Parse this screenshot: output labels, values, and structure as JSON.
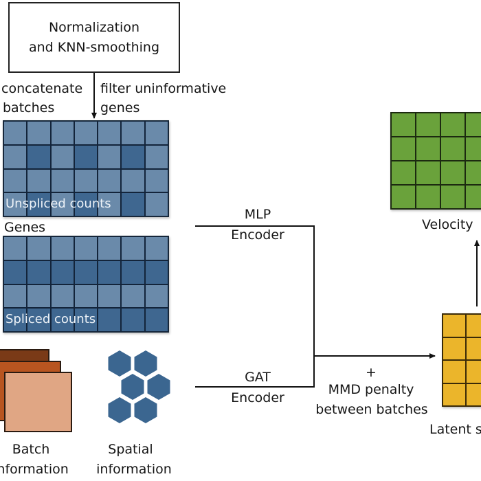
{
  "preprocess": {
    "box_line1": "Normalization",
    "box_line2": "and KNN-smoothing",
    "left_note_line1": "concatenate",
    "left_note_line2": "batches",
    "right_note_line1": "filter uninformative",
    "right_note_line2": "genes"
  },
  "inputs": {
    "unspliced_label": "Unspliced counts",
    "genes_label": "Genes",
    "spliced_label": "Spliced counts",
    "batch_line1": "Batch",
    "batch_line2": "information",
    "spatial_line1": "Spatial",
    "spatial_line2": "information"
  },
  "encoders": {
    "mlp_line1": "MLP",
    "mlp_line2": "Encoder",
    "gat_line1": "GAT",
    "gat_line2": "Encoder",
    "penalty_line1": "+",
    "penalty_line2": "MMD penalty",
    "penalty_line3": "between batches"
  },
  "outputs": {
    "velocity_label": "Velocity",
    "latent_label": "Latent s"
  },
  "colors": {
    "matrix_light": "#6a8aaa",
    "matrix_dark": "#3f6790",
    "velocity_green": "#6aa23b",
    "latent_yellow": "#ebb52b",
    "hex_blue": "#3b6690",
    "batch_back": "#7a3a17",
    "batch_mid": "#b85520",
    "batch_front": "#e0a684"
  },
  "matrices": {
    "unspliced_pattern": [
      [
        0,
        0,
        0,
        0,
        0,
        0,
        0
      ],
      [
        0,
        1,
        0,
        1,
        0,
        1,
        0
      ],
      [
        0,
        0,
        0,
        0,
        0,
        0,
        0
      ],
      [
        0,
        1,
        0,
        1,
        0,
        1,
        0
      ]
    ],
    "spliced_pattern": [
      [
        0,
        0,
        0,
        0,
        0,
        0,
        0
      ],
      [
        1,
        1,
        1,
        1,
        1,
        1,
        1
      ],
      [
        0,
        0,
        0,
        0,
        0,
        0,
        0
      ],
      [
        1,
        1,
        1,
        1,
        1,
        1,
        1
      ]
    ]
  }
}
